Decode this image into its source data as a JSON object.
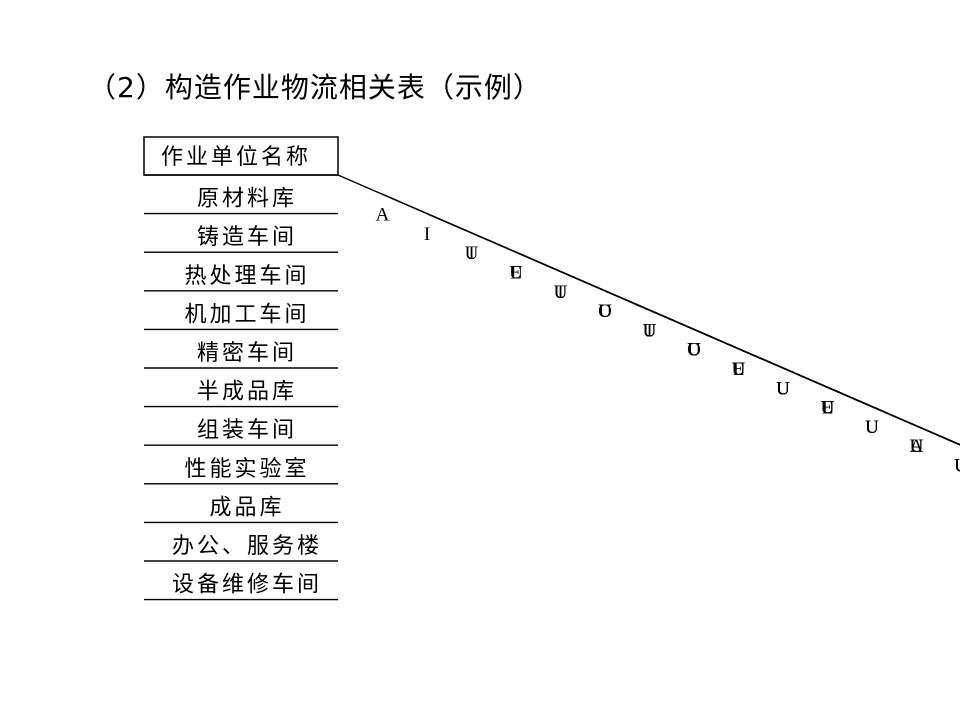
{
  "title": "（2）构造作业物流相关表（示例）",
  "header_label": "作业单位名称",
  "departments": [
    "原材料库",
    "铸造车间",
    "热处理车间",
    "机加工车间",
    "精密车间",
    "半成品库",
    "组装车间",
    "性能实验室",
    "成品库",
    "办公、服务楼",
    "设备维修车间"
  ],
  "relations": [
    [
      "A",
      "I",
      "I",
      "U",
      "U",
      "U",
      "U",
      "U",
      "U",
      "U"
    ],
    [
      "U",
      "E",
      "U",
      "U",
      "U",
      "U",
      "U",
      "U",
      "U"
    ],
    [
      "I",
      "O",
      "U",
      "U",
      "U",
      "U",
      "U",
      "U"
    ],
    [
      "I",
      "O",
      "U",
      "U",
      "U",
      "U",
      "U"
    ],
    [
      "E",
      "U",
      "U",
      "U",
      "U",
      "U"
    ],
    [
      "E",
      "U",
      "U",
      "U",
      "U"
    ],
    [
      "A",
      "U",
      "U",
      "U"
    ],
    [
      "E",
      "O",
      "U"
    ],
    [
      "U",
      "U"
    ],
    [
      "U"
    ]
  ]
}
